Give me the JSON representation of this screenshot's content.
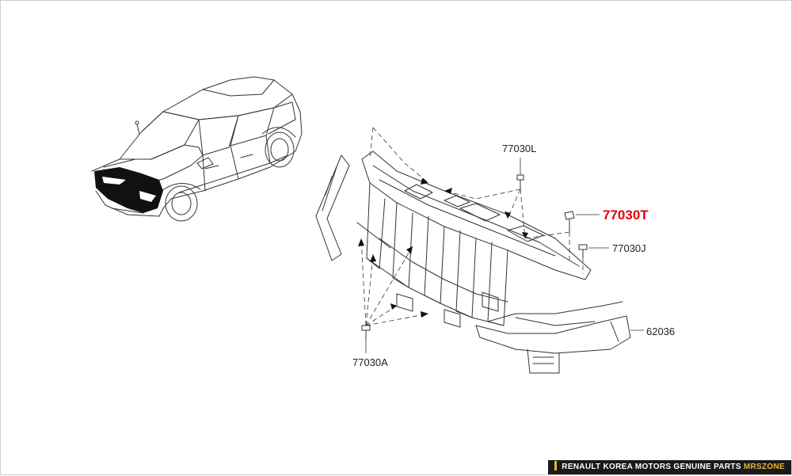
{
  "callouts": {
    "part_77030L": "77030L",
    "part_77030T": "77030T",
    "part_77030J": "77030J",
    "part_62036": "62036",
    "part_77030A": "77030A"
  },
  "watermark": {
    "main": "RENAULT KOREA MOTORS GENUINE PARTS ",
    "brand": "MRSZONE"
  },
  "colors": {
    "line": "#333333",
    "highlight": "#e8000d",
    "watermark_bg": "#1a1a1a",
    "watermark_accent": "#e8b437"
  }
}
